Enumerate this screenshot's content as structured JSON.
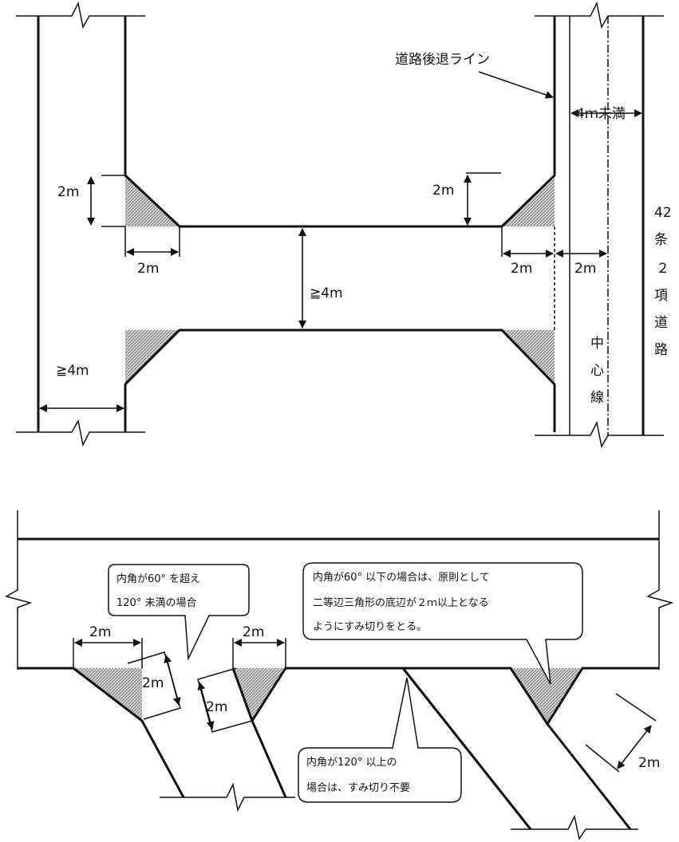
{
  "top": {
    "setback_line_label": "道路後退ライン",
    "road_width_label": "4ｍ未満",
    "road_type_label": [
      "42",
      "条",
      "２",
      "項",
      "道",
      "路"
    ],
    "centerline_label": [
      "中",
      "心",
      "線"
    ],
    "corner_vertical_left": "2m",
    "corner_horizontal_left": "2m",
    "corner_vertical_right": "2m",
    "corner_horizontal_right": "2m",
    "setback_to_center": "2m",
    "street_width": "≧4m",
    "side_road_width": "≧4m"
  },
  "bottom": {
    "bubble_obtuse_line1": "内角が60° を超え",
    "bubble_obtuse_line2": "120° 未満の場合",
    "bubble_acute_line1": "内角が60° 以下の場合は、原則として",
    "bubble_acute_line2": "二等辺三角形の底辺が２ｍ以上となる",
    "bubble_acute_line3": "ようにすみ切りをとる。",
    "bubble_wide_line1": "内角が120° 以上の",
    "bubble_wide_line2": "場合は、すみ切り不要",
    "dim_top_left": "2m",
    "dim_diag_left": "2m",
    "dim_top_right": "2m",
    "dim_diag_right": "2m",
    "dim_acute": "2m"
  }
}
